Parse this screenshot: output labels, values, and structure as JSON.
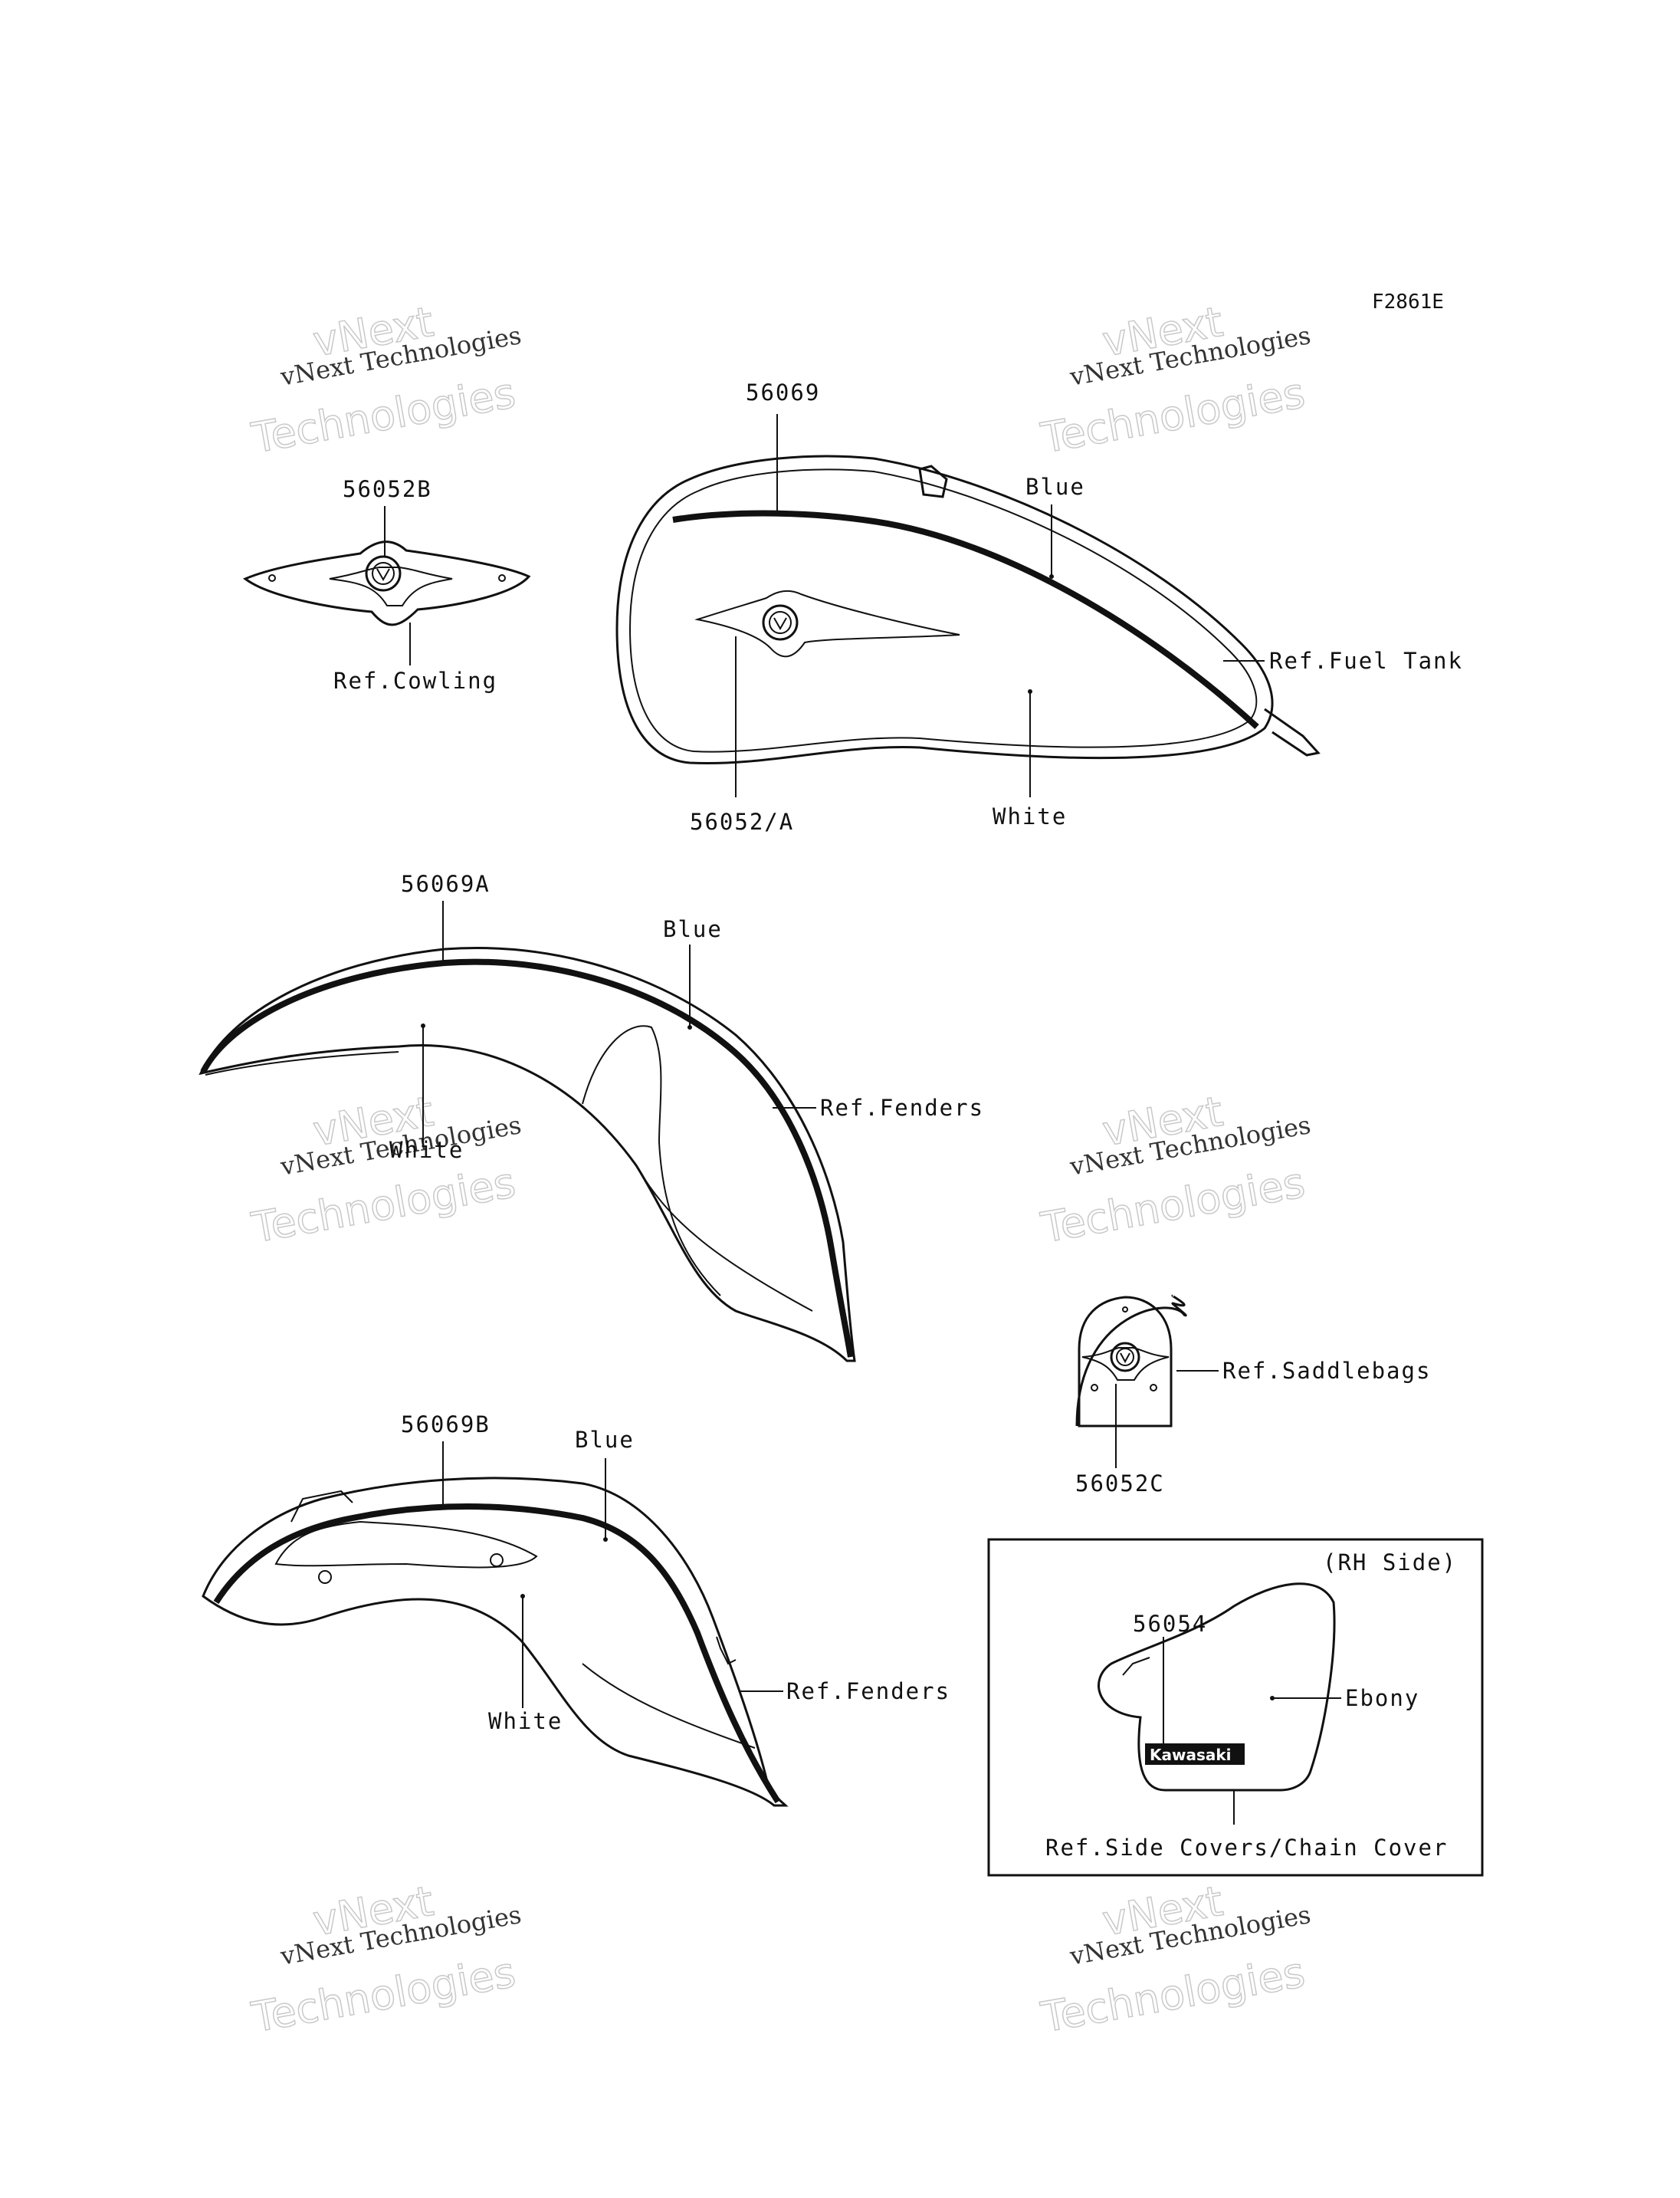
{
  "figure_code": "F2861E",
  "watermark": {
    "line1": "vNext Technologies",
    "line2": "Technologies",
    "logo_text": "vNext"
  },
  "parts": {
    "cowling": {
      "part_no": "56052B",
      "ref": "Ref.Cowling"
    },
    "fuel_tank": {
      "part_no_stripe": "56069",
      "part_no_emblem": "56052/A",
      "color_top": "Blue",
      "color_bottom": "White",
      "ref": "Ref.Fuel Tank"
    },
    "front_fender": {
      "part_no": "56069A",
      "color_top": "Blue",
      "color_bottom": "White",
      "ref": "Ref.Fenders"
    },
    "rear_fender": {
      "part_no": "56069B",
      "color_top": "Blue",
      "color_bottom": "White",
      "ref": "Ref.Fenders"
    },
    "saddlebag": {
      "part_no": "56052C",
      "ref": "Ref.Saddlebags"
    },
    "side_cover": {
      "panel_title": "(RH Side)",
      "part_no": "56054",
      "color": "Ebony",
      "badge": "Kawasaki",
      "ref": "Ref.Side Covers/Chain Cover"
    }
  }
}
